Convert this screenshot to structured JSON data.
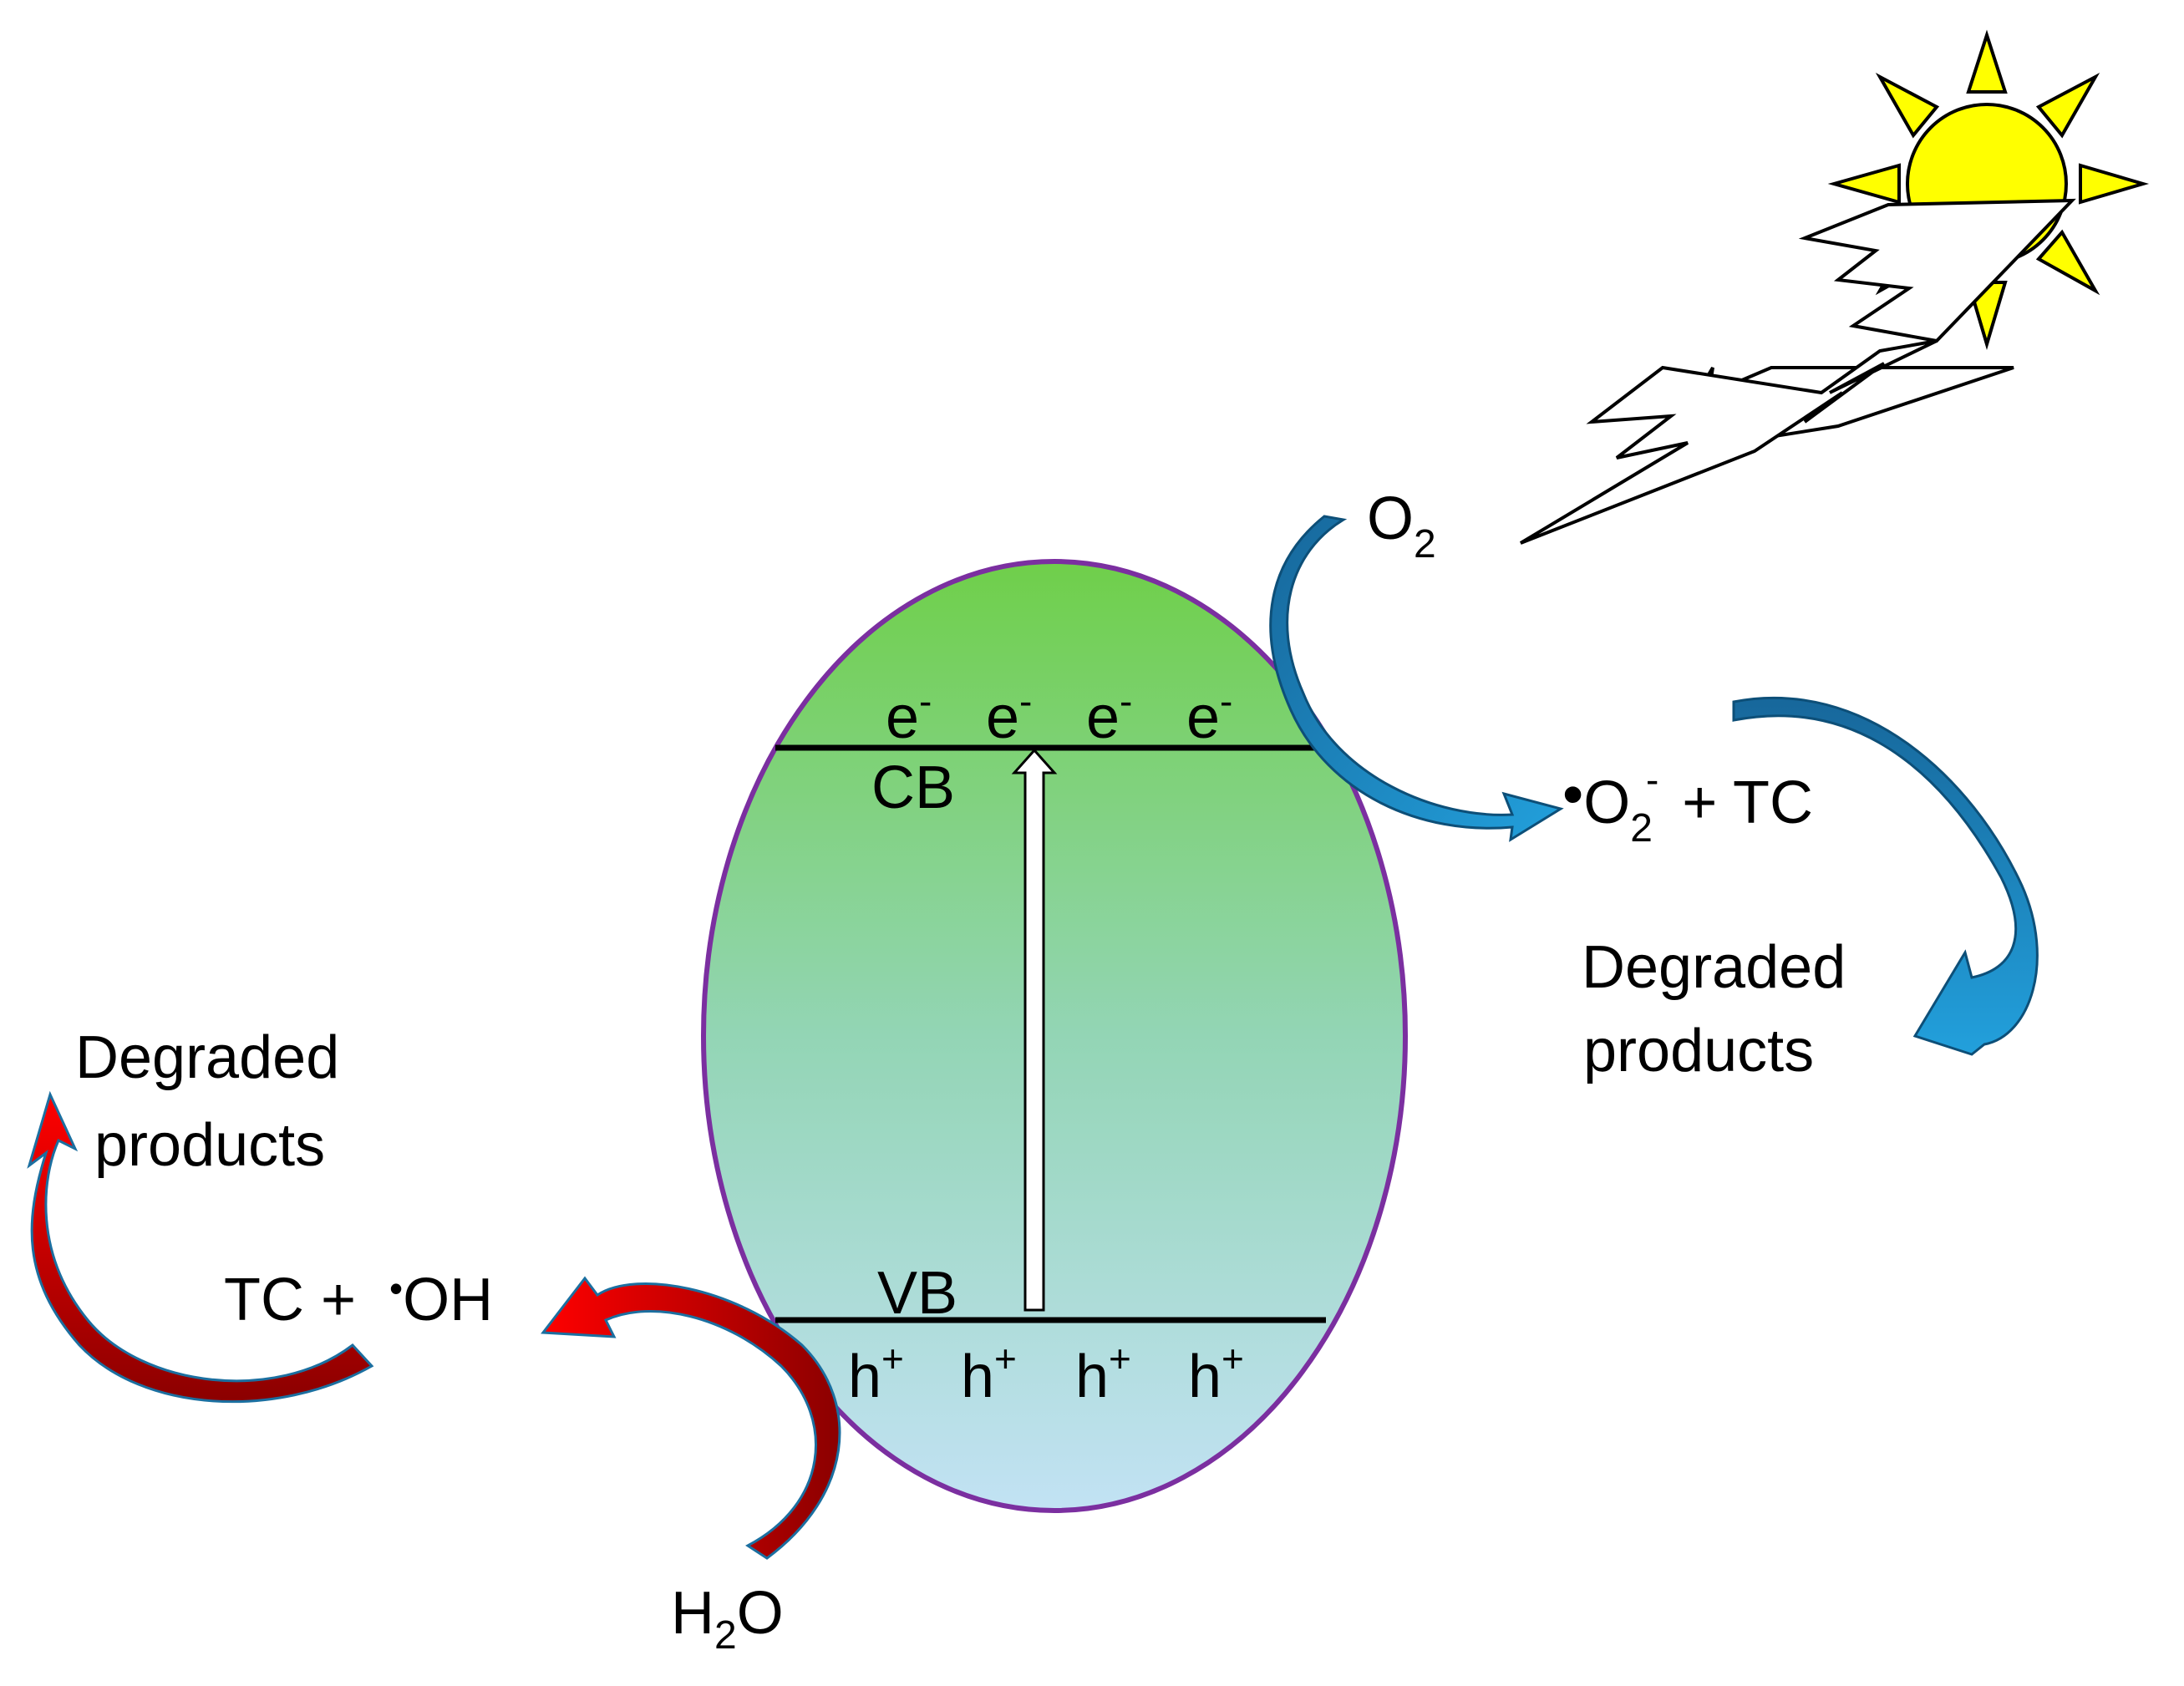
{
  "diagram": {
    "particle": {
      "cb_label": "CB",
      "vb_label": "VB",
      "electrons": [
        {
          "base": "e",
          "sup": "-"
        },
        {
          "base": "e",
          "sup": "-"
        },
        {
          "base": "e",
          "sup": "-"
        },
        {
          "base": "e",
          "sup": "-"
        }
      ],
      "holes": [
        {
          "base": "h",
          "sup": "+"
        },
        {
          "base": "h",
          "sup": "+"
        },
        {
          "base": "h",
          "sup": "+"
        },
        {
          "base": "h",
          "sup": "+"
        }
      ]
    },
    "oxygen": {
      "base": "O",
      "sub": "2"
    },
    "superoxide": {
      "dot": "•",
      "base": "O",
      "sub": "2",
      "sup": "-",
      "rest": "+  TC"
    },
    "right_products": {
      "line1": "Degraded",
      "line2": "products"
    },
    "water": {
      "pre": "H",
      "sub": "2",
      "post": "O"
    },
    "hydroxyl": {
      "pre": "TC + ",
      "dot": "•",
      "base": "OH"
    },
    "left_products": {
      "line1": "Degraded",
      "line2": "products"
    },
    "colors": {
      "particle_top": "#6FCF4A",
      "particle_mid": "#93D5B5",
      "particle_bottom": "#C2E2F4",
      "particle_outline": "#7B2FA0",
      "sun_fill": "#FFFF00",
      "blue_arrow": "#1F9AD8",
      "red_arrow": "#C00000"
    }
  }
}
